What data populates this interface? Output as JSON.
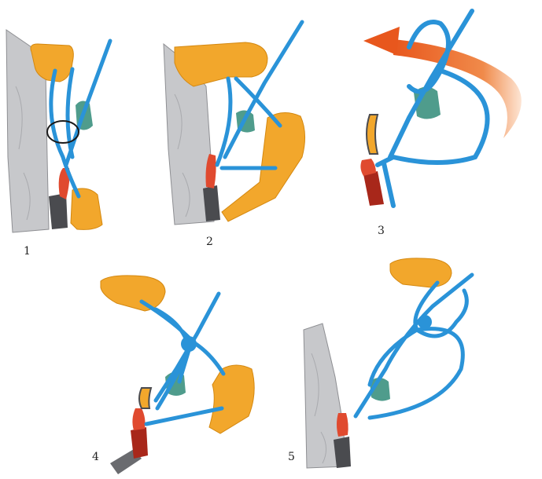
{
  "figure": {
    "steps": [
      {
        "label": "1"
      },
      {
        "label": "2"
      },
      {
        "label": "3"
      },
      {
        "label": "4"
      },
      {
        "label": "5"
      }
    ]
  },
  "colors": {
    "rope": "#2a93d8",
    "hand": "#f2a72c",
    "rock": "#c7c8cb",
    "carabiner_red": "#e04a2f",
    "device_teal": "#4f9c8c",
    "arrow": "#e8571d"
  },
  "icons": [
    "rock-wall",
    "hand",
    "rope",
    "carabiner",
    "belay-device",
    "direction-arrow"
  ]
}
